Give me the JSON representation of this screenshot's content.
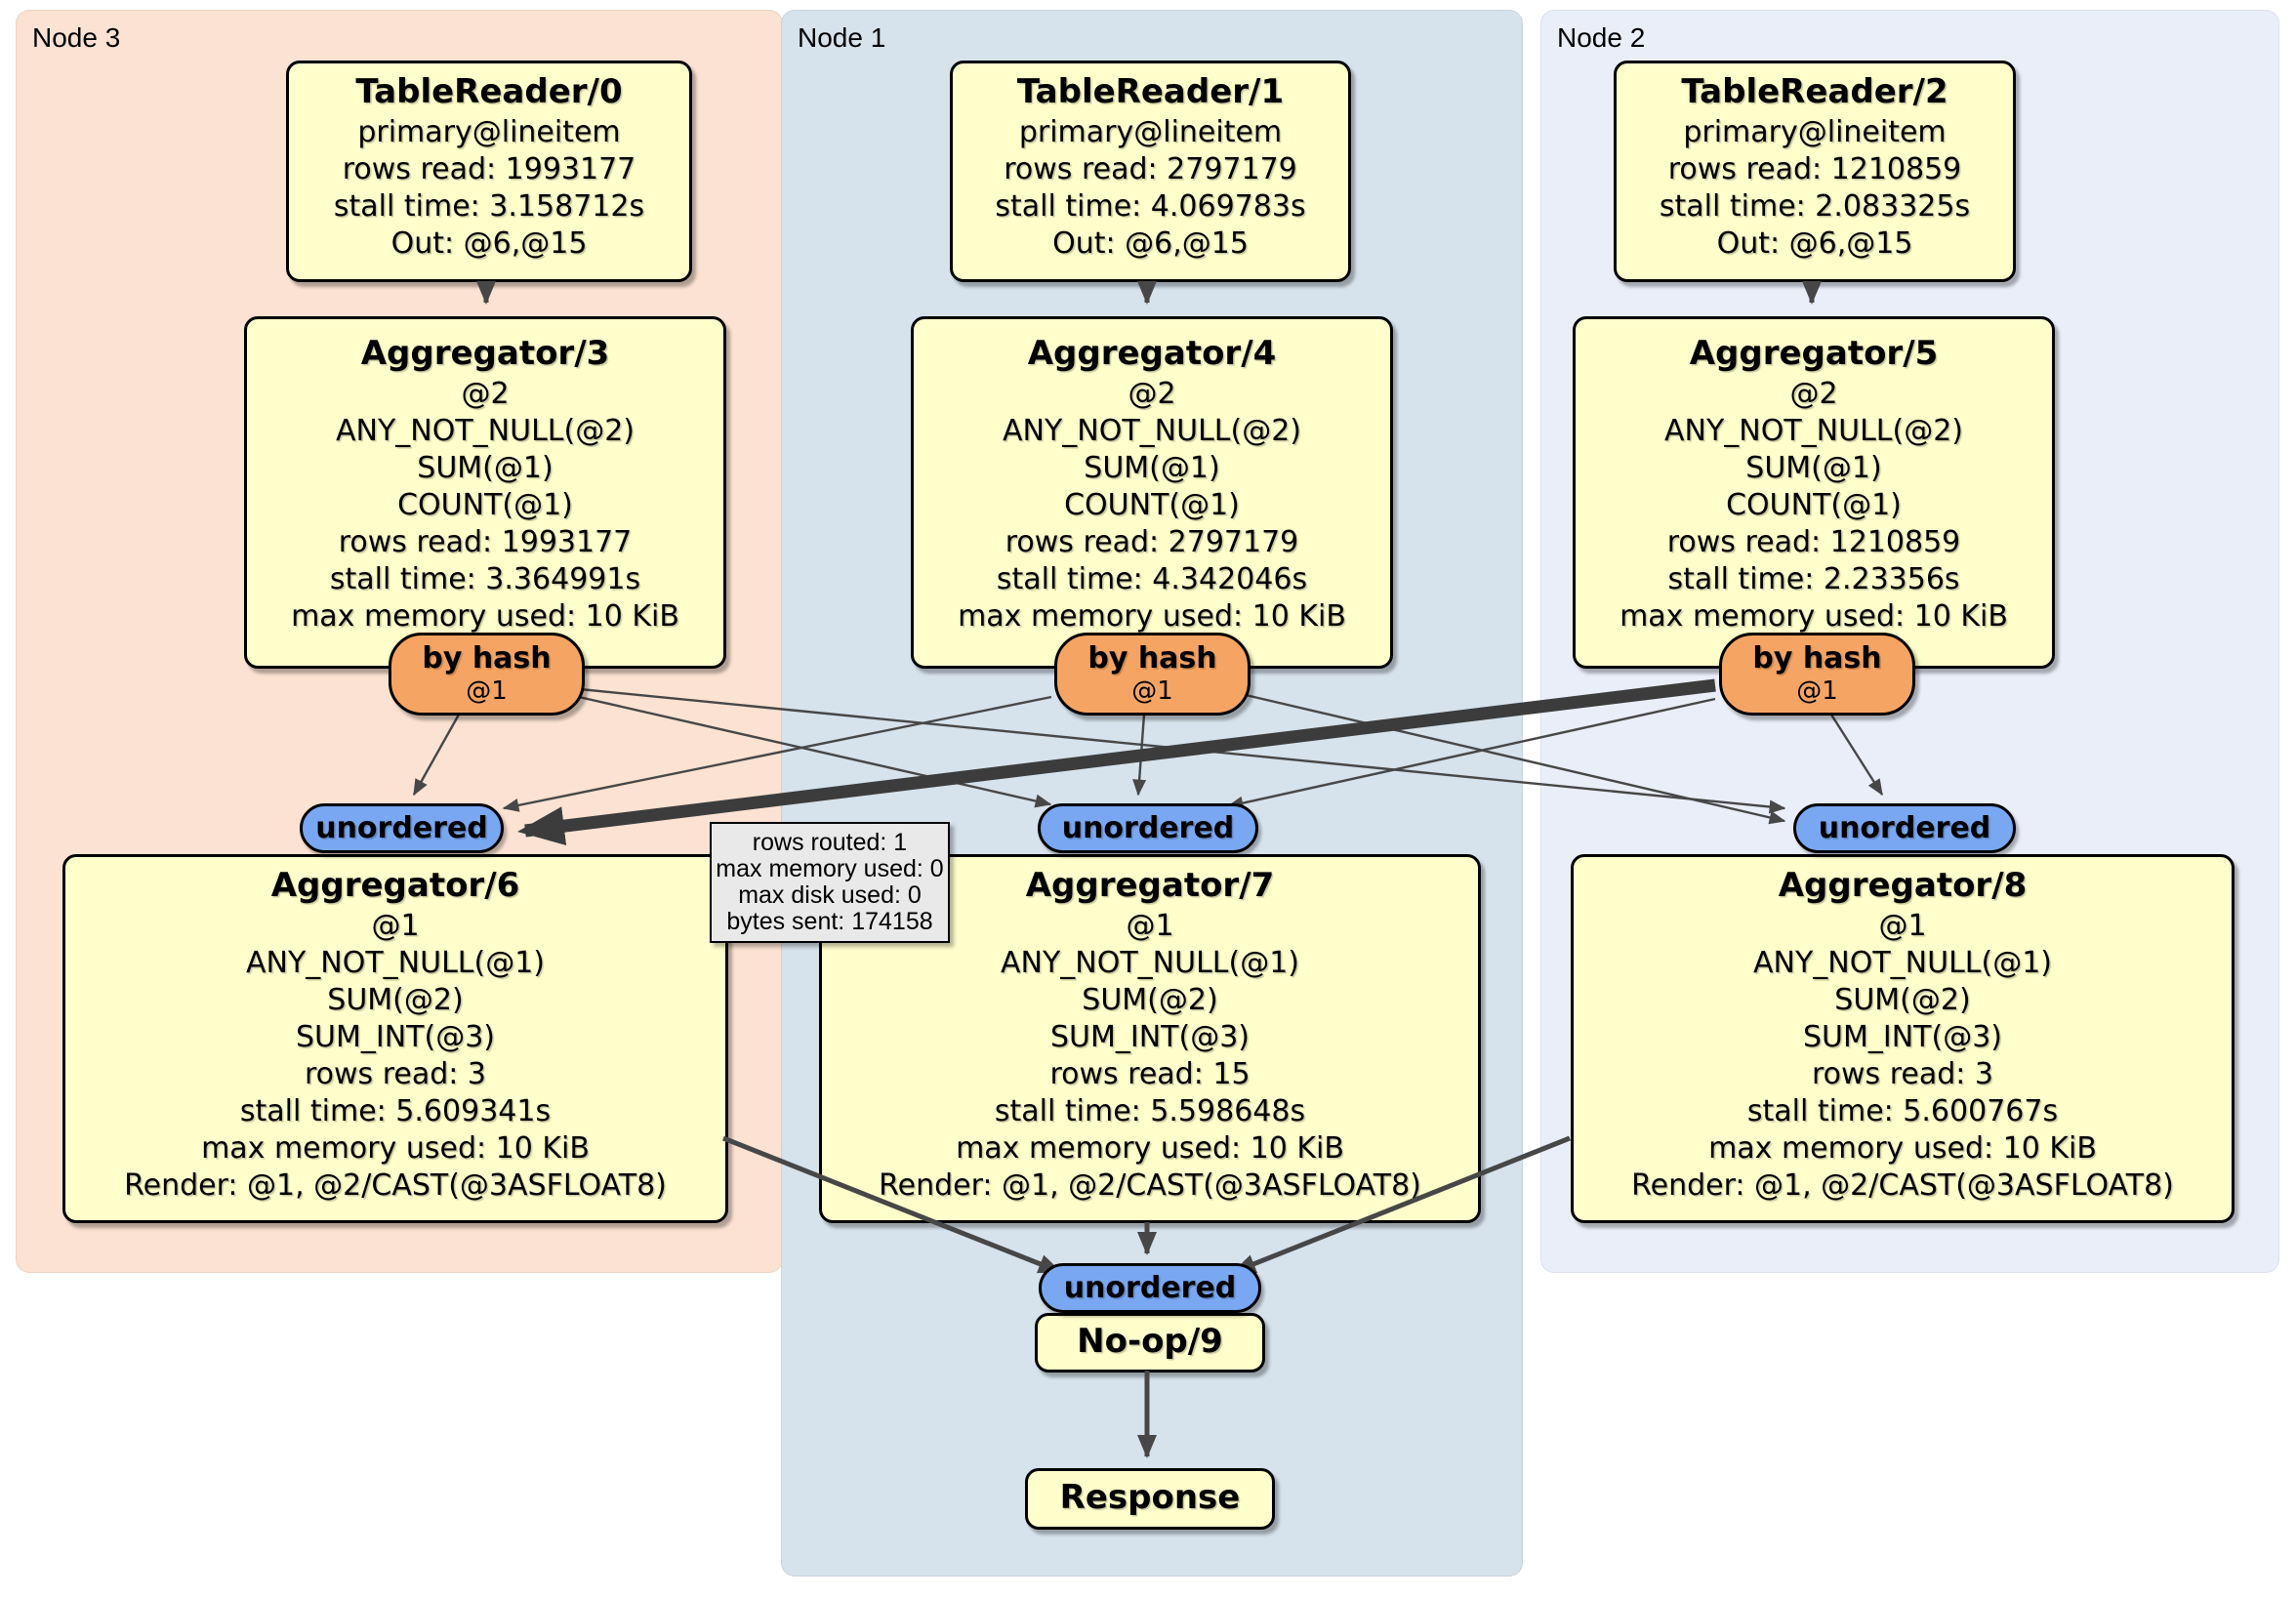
{
  "panels": {
    "node3": {
      "label": "Node 3"
    },
    "node1": {
      "label": "Node 1"
    },
    "node2": {
      "label": "Node 2"
    }
  },
  "boxes": {
    "tr0": {
      "title": "TableReader/0",
      "lines": [
        "primary@lineitem",
        "rows read: 1993177",
        "stall time: 3.158712s",
        "Out: @6,@15"
      ]
    },
    "tr1": {
      "title": "TableReader/1",
      "lines": [
        "primary@lineitem",
        "rows read: 2797179",
        "stall time: 4.069783s",
        "Out: @6,@15"
      ]
    },
    "tr2": {
      "title": "TableReader/2",
      "lines": [
        "primary@lineitem",
        "rows read: 1210859",
        "stall time: 2.083325s",
        "Out: @6,@15"
      ]
    },
    "agg3": {
      "title": "Aggregator/3",
      "lines": [
        "@2",
        "ANY_NOT_NULL(@2)",
        "SUM(@1)",
        "COUNT(@1)",
        "rows read: 1993177",
        "stall time: 3.364991s",
        "max memory used: 10 KiB"
      ]
    },
    "agg4": {
      "title": "Aggregator/4",
      "lines": [
        "@2",
        "ANY_NOT_NULL(@2)",
        "SUM(@1)",
        "COUNT(@1)",
        "rows read: 2797179",
        "stall time: 4.342046s",
        "max memory used: 10 KiB"
      ]
    },
    "agg5": {
      "title": "Aggregator/5",
      "lines": [
        "@2",
        "ANY_NOT_NULL(@2)",
        "SUM(@1)",
        "COUNT(@1)",
        "rows read: 1210859",
        "stall time: 2.23356s",
        "max memory used: 10 KiB"
      ]
    },
    "agg6": {
      "title": "Aggregator/6",
      "lines": [
        "@1",
        "ANY_NOT_NULL(@1)",
        "SUM(@2)",
        "SUM_INT(@3)",
        "rows read: 3",
        "stall time: 5.609341s",
        "max memory used: 10 KiB",
        "Render: @1, @2/CAST(@3ASFLOAT8)"
      ]
    },
    "agg7": {
      "title": "Aggregator/7",
      "lines": [
        "@1",
        "ANY_NOT_NULL(@1)",
        "SUM(@2)",
        "SUM_INT(@3)",
        "rows read: 15",
        "stall time: 5.598648s",
        "max memory used: 10 KiB",
        "Render: @1, @2/CAST(@3ASFLOAT8)"
      ]
    },
    "agg8": {
      "title": "Aggregator/8",
      "lines": [
        "@1",
        "ANY_NOT_NULL(@1)",
        "SUM(@2)",
        "SUM_INT(@3)",
        "rows read: 3",
        "stall time: 5.600767s",
        "max memory used: 10 KiB",
        "Render: @1, @2/CAST(@3ASFLOAT8)"
      ]
    },
    "noop": {
      "title": "No-op/9"
    },
    "response": {
      "title": "Response"
    }
  },
  "pills": {
    "by_hash": {
      "label": "by hash",
      "sub": "@1"
    },
    "unordered": "unordered"
  },
  "tooltip": {
    "lines": [
      "rows routed: 1",
      "max memory used: 0",
      "max disk used: 0",
      "bytes sent: 174158"
    ]
  },
  "colors": {
    "panel_node3": "#fbe2d2",
    "panel_node1": "#d6e2ec",
    "panel_node2": "#eaeef9",
    "operator_box": "#ffffcc",
    "hash_router": "#f6a464",
    "sync_pill": "#79a7f1",
    "tooltip_bg": "#e9e9e9",
    "edge": "#474747"
  }
}
